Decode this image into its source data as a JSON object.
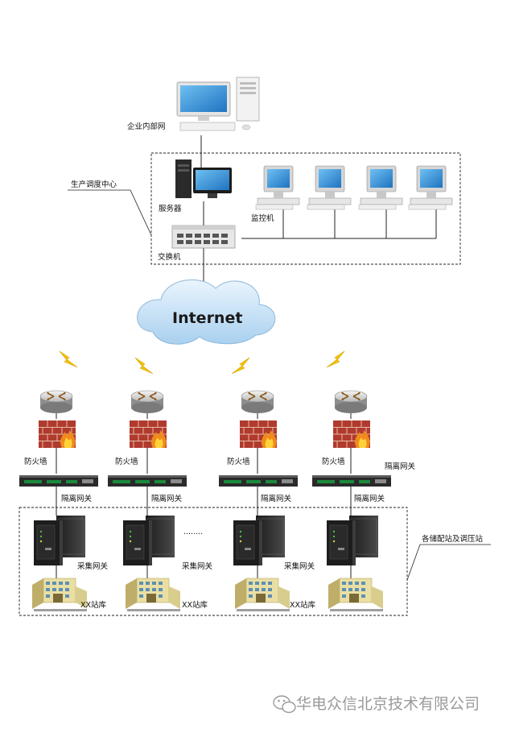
{
  "labels": {
    "enterprise_network": "企业内部网",
    "dispatch_center": "生产调度中心",
    "server": "服务器",
    "switch": "交换机",
    "monitor_pc": "监控机",
    "internet": "Internet",
    "firewall": "防火墙",
    "isolation_gateway": "隔离网关",
    "collection_gateway": "采集网关",
    "station_xx": "XX站库",
    "stations_group": "各储配站及调压站",
    "ellipsis": "········"
  },
  "watermark": "华电众信北京技术有限公司",
  "colors": {
    "firewall_brick": "#b03a2e",
    "cloud": "#cfe6f8",
    "screen": "#2f8ed8",
    "lightning": "#f2c200",
    "building": "#e9dfa4"
  },
  "icons": [
    "desktop-pc-icon",
    "server-icon",
    "network-switch-icon",
    "monitor-pc-icon",
    "internet-cloud-icon",
    "lightning-icon",
    "router-icon",
    "firewall-icon",
    "gateway-rack-icon",
    "collection-cabinet-icon",
    "station-building-icon",
    "wechat-icon"
  ]
}
